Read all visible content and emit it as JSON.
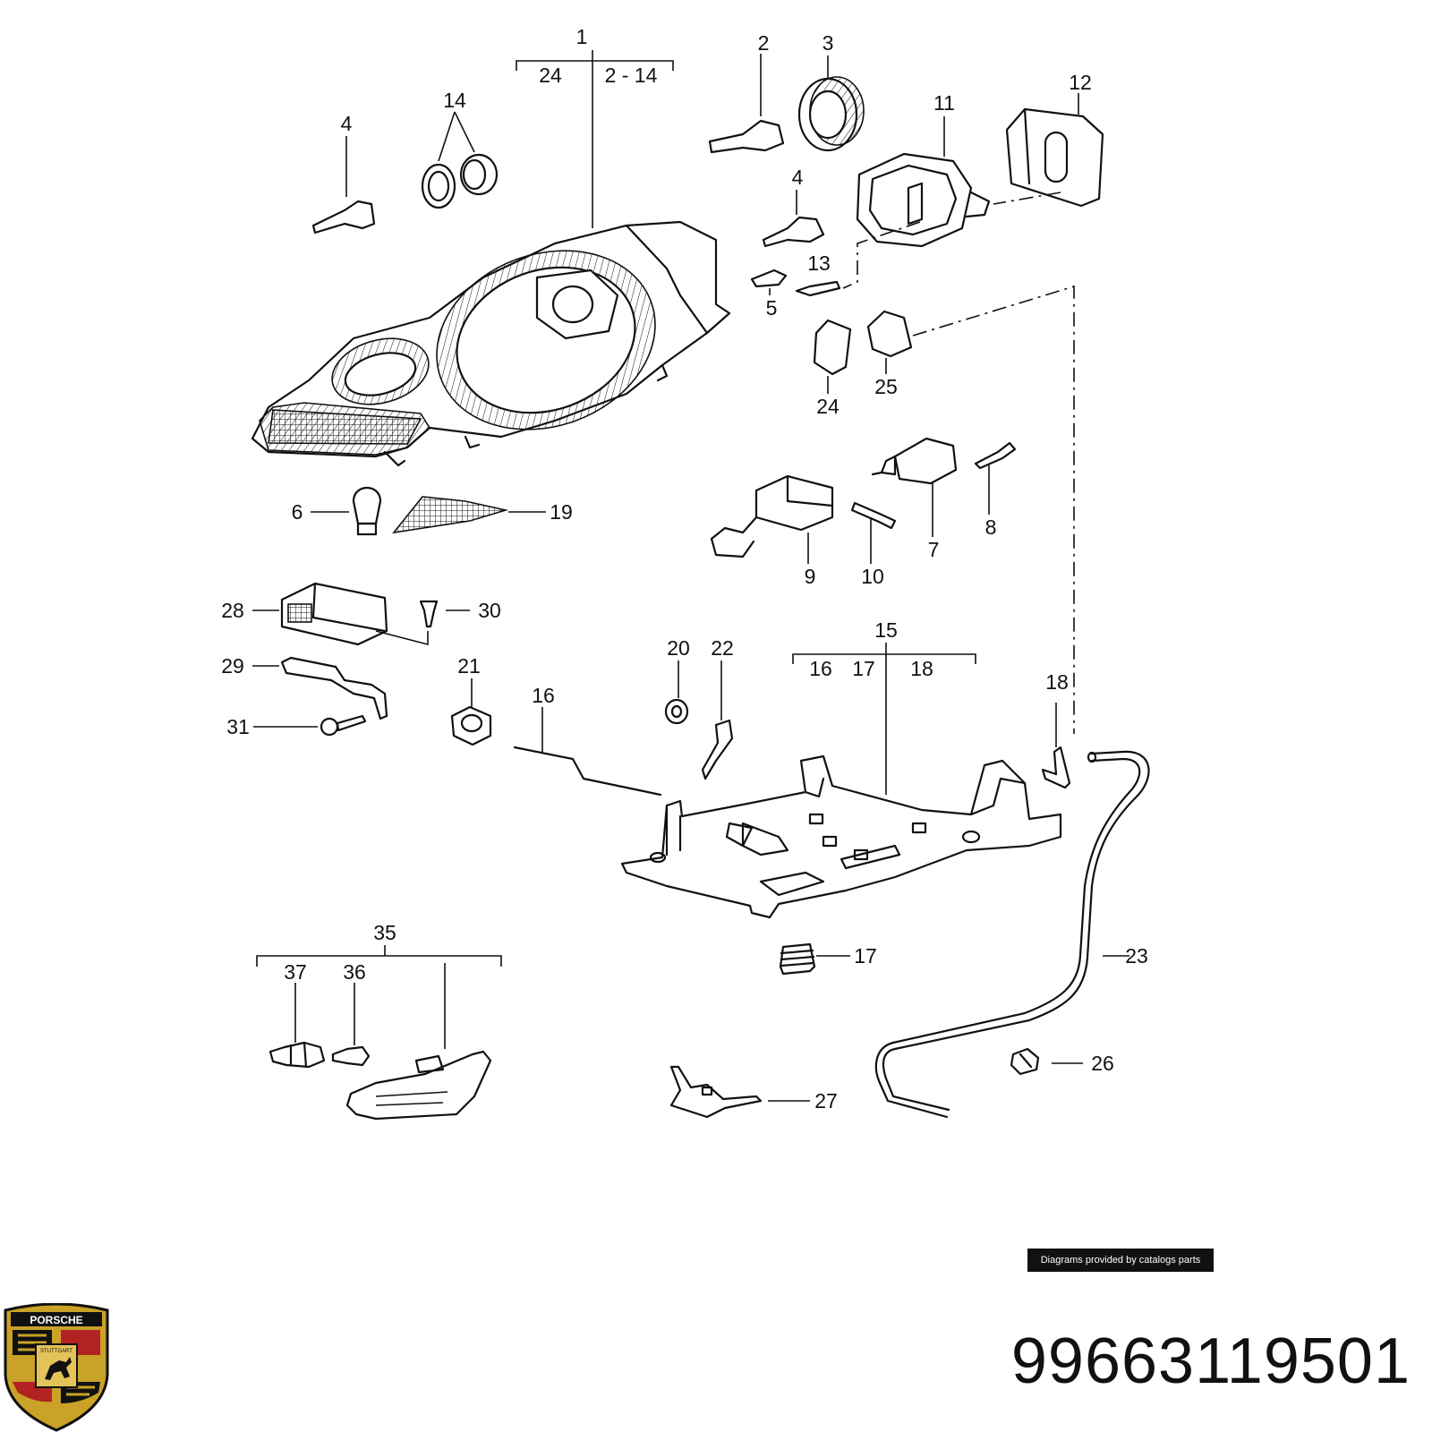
{
  "callouts": {
    "c1": "1",
    "c1_left": "24",
    "c1_right": "2 - 14",
    "c2": "2",
    "c3": "3",
    "c4a": "4",
    "c4b": "4",
    "c5": "5",
    "c6": "6",
    "c7": "7",
    "c8": "8",
    "c9": "9",
    "c10": "10",
    "c11": "11",
    "c12": "12",
    "c13": "13",
    "c14": "14",
    "c15": "15",
    "c15_a": "16",
    "c15_b": "17",
    "c15_c": "18",
    "c16": "16",
    "c17": "17",
    "c18": "18",
    "c19": "19",
    "c20": "20",
    "c21": "21",
    "c22": "22",
    "c23": "23",
    "c24": "24",
    "c25": "25",
    "c26": "26",
    "c27": "27",
    "c28": "28",
    "c29": "29",
    "c30": "30",
    "c31": "31",
    "c35": "35",
    "c36": "36",
    "c37": "37"
  },
  "credit": "Diagrams provided by catalogs parts",
  "part_number": "99663119501",
  "logo": {
    "brand": "PORSCHE",
    "city": "STUTTGART",
    "colors": [
      "#c9a227",
      "#b22222",
      "#111111"
    ]
  }
}
